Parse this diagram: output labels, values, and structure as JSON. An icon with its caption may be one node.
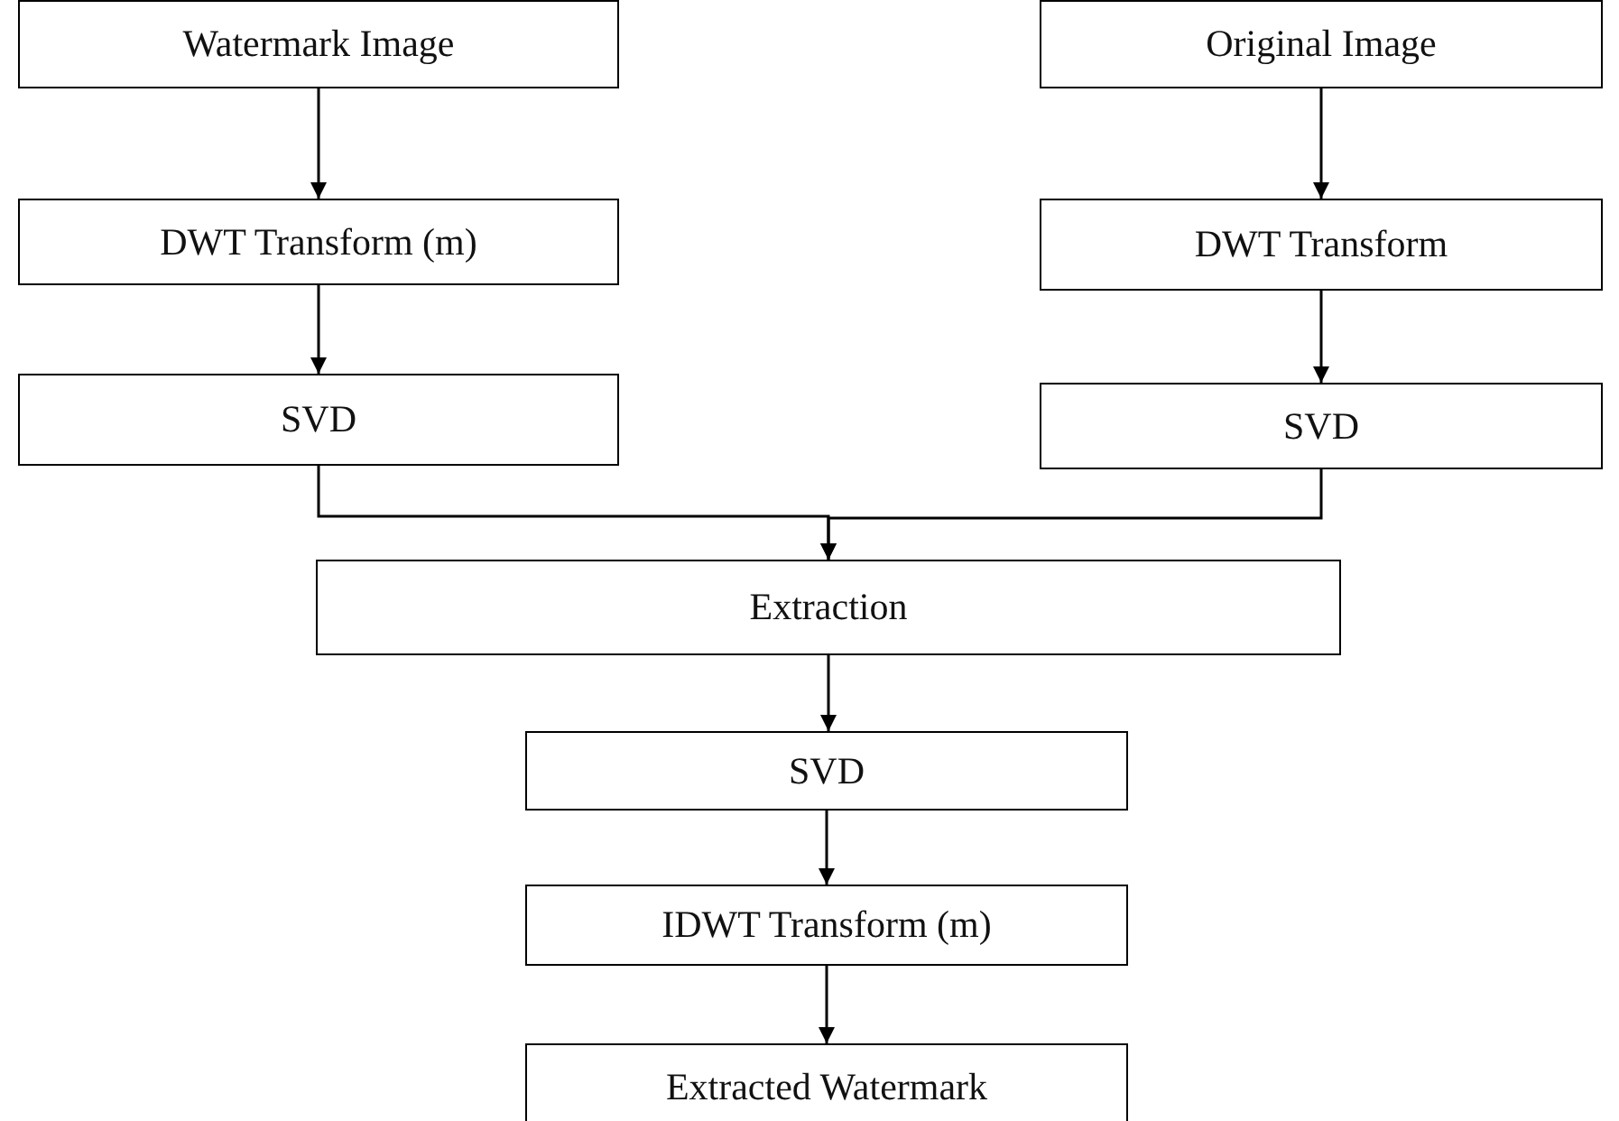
{
  "diagram": {
    "nodes": [
      {
        "text": [
          "Watermark Image"
        ]
      },
      {
        "text": [
          "DWT Transform (m)"
        ]
      },
      {
        "text": [
          "SVD"
        ]
      },
      {
        "text": [
          "Original Image"
        ]
      },
      {
        "text": [
          "DWT Transform"
        ]
      },
      {
        "text": [
          "SVD"
        ]
      },
      {
        "text": [
          "Extraction"
        ]
      },
      {
        "text": [
          "SVD"
        ]
      },
      {
        "text": [
          "IDWT Transform (m)"
        ]
      },
      {
        "text": [
          "Extracted Watermark"
        ]
      }
    ],
    "edges": [
      {
        "from": 0,
        "to": 1,
        "arrow": "to"
      },
      {
        "from": 1,
        "to": 2,
        "arrow": "to"
      },
      {
        "from": 3,
        "to": 4,
        "arrow": "to"
      },
      {
        "from": 4,
        "to": 5,
        "arrow": "to"
      },
      {
        "from": 2,
        "to": 6,
        "arrow": "to"
      },
      {
        "from": 5,
        "to": 6,
        "arrow": "to"
      },
      {
        "from": 6,
        "to": 7,
        "arrow": "to"
      },
      {
        "from": 7,
        "to": 8,
        "arrow": "to"
      },
      {
        "from": 8,
        "to": 9,
        "arrow": "to"
      }
    ]
  }
}
